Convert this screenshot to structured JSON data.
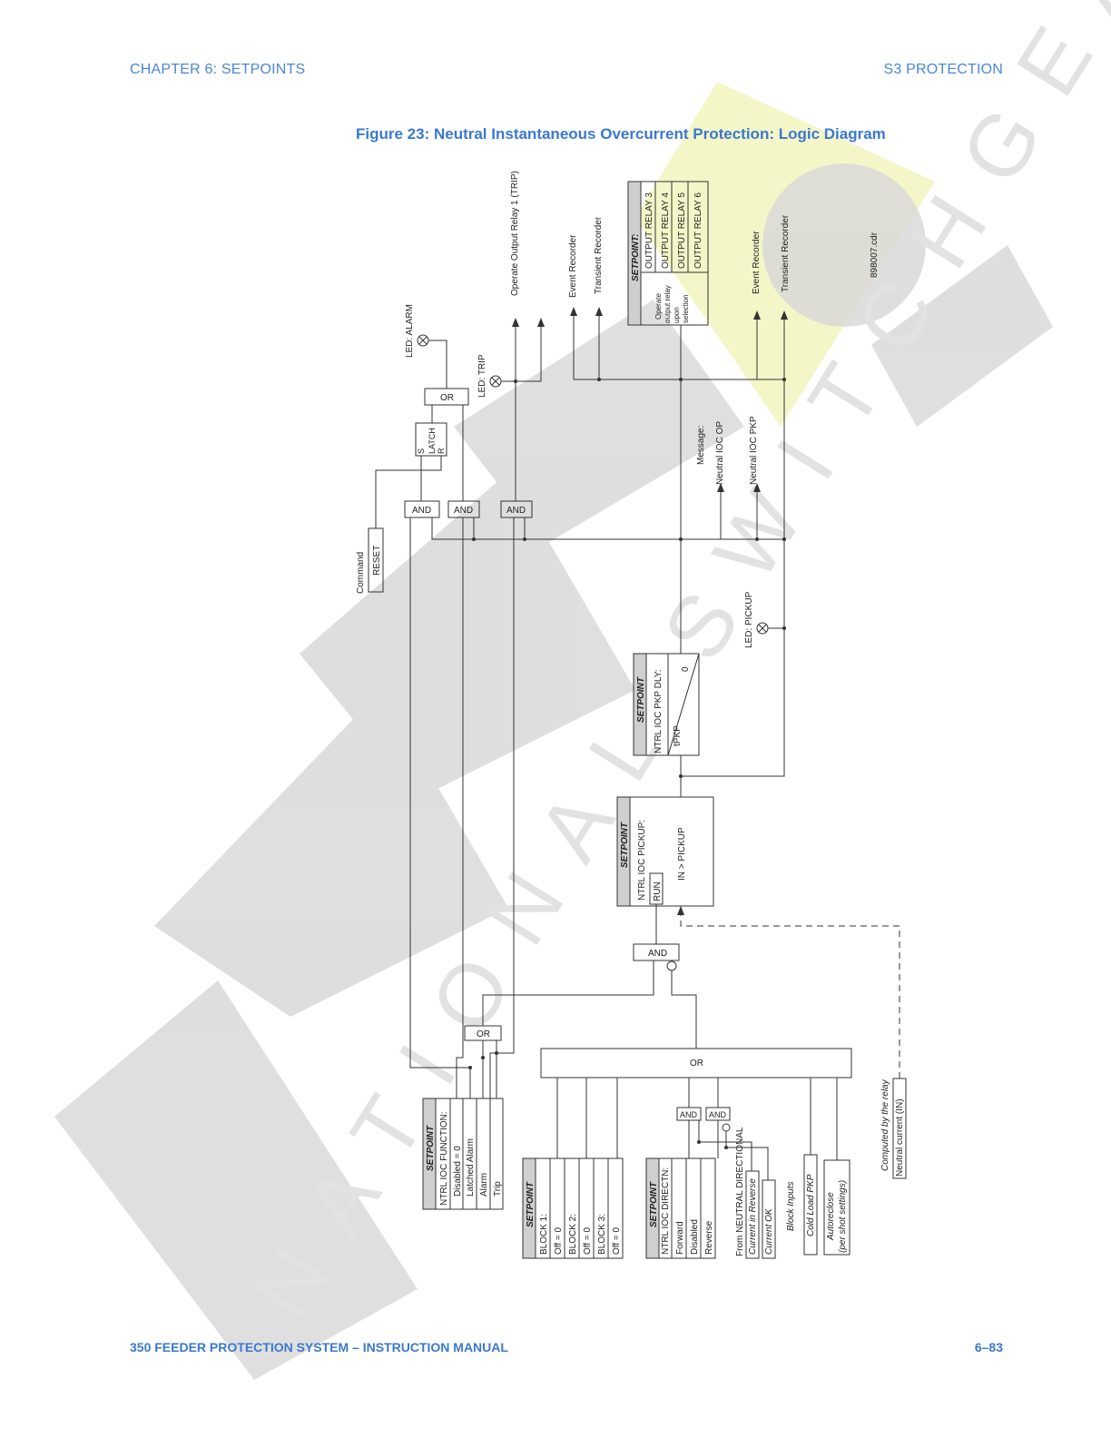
{
  "header": {
    "chapter": "CHAPTER 6: SETPOINTS",
    "section": "S3 PROTECTION"
  },
  "figure": {
    "title": "Figure 23: Neutral Instantaneous Overcurrent Protection: Logic Diagram",
    "drawing_id": "898007.cdr"
  },
  "footer": {
    "manual": "350 FEEDER PROTECTION SYSTEM – INSTRUCTION MANUAL",
    "page": "6–83"
  },
  "watermark": {
    "text": "NATIONAL SWITCHGEAR",
    "colors": {
      "gray": "#d9d9d9",
      "yellow": "#f4f6c8"
    }
  },
  "diagram": {
    "gates": {
      "and": "AND",
      "or": "OR"
    },
    "setpoint_heading": "SETPOINT",
    "setpoint_heading_colon": "SETPOINT:",
    "function_block": {
      "name": "NTRL IOC FUNCTION:",
      "options": [
        "Disabled = 0",
        "Latched Alarm",
        "Alarm",
        "Trip"
      ]
    },
    "block_block": {
      "options": [
        "BLOCK 1:",
        "Off = 0",
        "BLOCK 2:",
        "Off = 0",
        "BLOCK 3:",
        "Off = 0"
      ]
    },
    "directional_block": {
      "name": "NTRL IOC DIRECTN:",
      "options": [
        "Forward",
        "Disabled",
        "Reverse"
      ]
    },
    "directional_source": "From NEUTRAL DIRECTIONAL",
    "current_in_reverse": "Current in Reverse",
    "current_ok": "Current OK",
    "block_inputs": "Block Inputs",
    "cold_load_pkp": "Cold Load PKP",
    "autoreclose": "Autoreclose",
    "autoreclose_note": "(per shot settings)",
    "computed_by_relay": "Computed by the relay",
    "neutral_current": "Neutral current (IN)",
    "pickup_block": {
      "name": "NTRL IOC  PICKUP:",
      "run": "RUN",
      "condition": "IN > PICKUP"
    },
    "delay_block": {
      "name": "NTRL IOC PKP DLY:",
      "tpkp": "tPKP",
      "zero": "0"
    },
    "command_label": "Command",
    "reset_label": "RESET",
    "latch": {
      "s": "S",
      "label": "LATCH",
      "r": "R"
    },
    "led_alarm": "LED: ALARM",
    "led_trip": "LED: TRIP",
    "led_pickup": "LED: PICKUP",
    "operate_relay1": "Operate Output Relay 1 (TRIP)",
    "event_recorder": "Event Recorder",
    "transient_recorder": "Transient Recorder",
    "message_label": "Message:",
    "neutral_ioc_op": "Neutral IOC OP",
    "neutral_ioc_pkp": "Neutral IOC PKP",
    "output_block": {
      "desc": [
        "Operate",
        "output relay",
        "upon",
        "selection"
      ],
      "relays": [
        "OUTPUT RELAY 3",
        "OUTPUT RELAY 4",
        "OUTPUT RELAY 5",
        "OUTPUT RELAY 6"
      ]
    }
  }
}
